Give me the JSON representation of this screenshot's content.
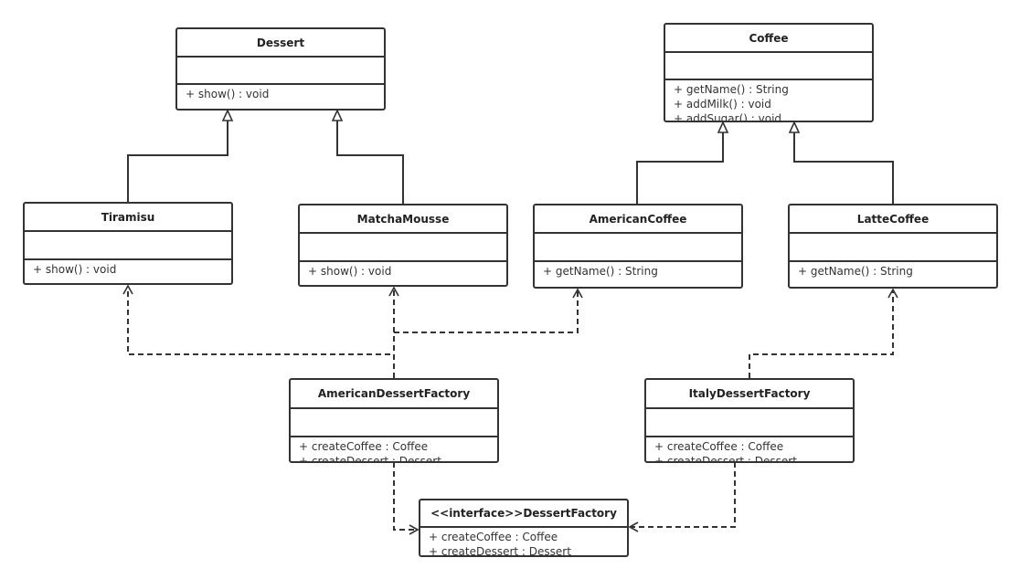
{
  "colors": {
    "stroke": "#333333",
    "background": "#ffffff"
  },
  "classes": [
    {
      "id": "dessert",
      "name": "Dessert",
      "methods": [
        "+ show() : void"
      ]
    },
    {
      "id": "coffee",
      "name": "Coffee",
      "methods": [
        "+ getName() : String",
        "+ addMilk() : void",
        "+ addSugar() : void"
      ]
    },
    {
      "id": "tiramisu",
      "name": "Tiramisu",
      "methods": [
        "+ show() : void"
      ]
    },
    {
      "id": "matcha",
      "name": "MatchaMousse",
      "methods": [
        "+ show() : void"
      ]
    },
    {
      "id": "american-coffee",
      "name": "AmericanCoffee",
      "methods": [
        "+ getName() : String"
      ]
    },
    {
      "id": "latte",
      "name": "LatteCoffee",
      "methods": [
        "+ getName() : String"
      ]
    },
    {
      "id": "american-factory",
      "name": "AmericanDessertFactory",
      "methods": [
        "+ createCoffee : Coffee",
        "+ createDessert : Dessert"
      ]
    },
    {
      "id": "italy-factory",
      "name": "ItalyDessertFactory",
      "methods": [
        "+ createCoffee : Coffee",
        "+ createDessert : Dessert"
      ]
    },
    {
      "id": "dessert-factory",
      "name": "<<interface>>DessertFactory",
      "methods": [
        "+ createCoffee : Coffee",
        "+ createDessert : Dessert"
      ],
      "interface": true
    }
  ]
}
